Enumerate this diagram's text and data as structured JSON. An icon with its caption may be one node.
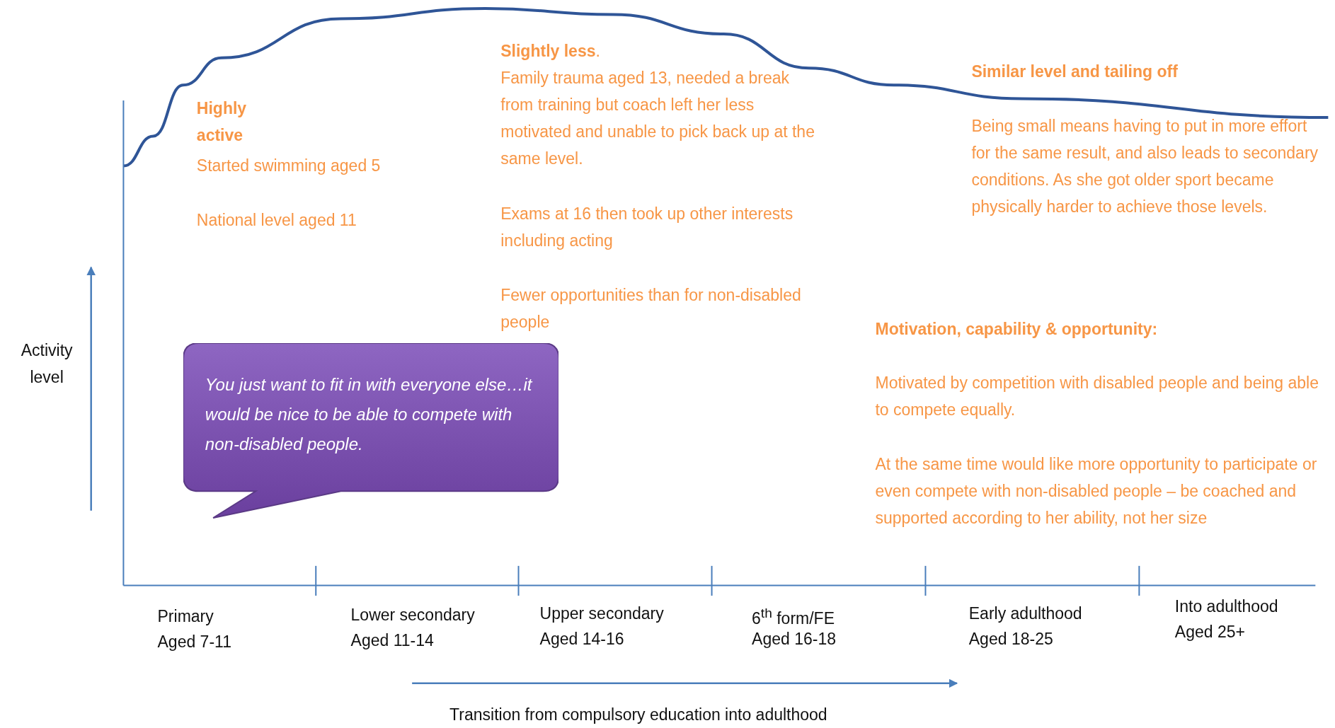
{
  "diagram": {
    "nodes": [
      {
        "text": [
          "You just want to fit in with everyone else…it would be nice to be able to compete with non-disabled people."
        ]
      }
    ],
    "labels": [
      "**Slightly less**.",
      "Family trauma aged 13, needed a break from training but coach left her less motivated and unable to pick back up at the same level.",
      "Similar level and tailing off",
      "Highly active",
      "Being small means having to put in more effort for the same result, and also leads to secondary conditions. As she got older sport became physically harder to achieve those levels.",
      "Started swimming aged 5",
      "Exams at 16 then took up other interests including acting",
      "National level aged 11",
      "Fewer opportunities than for non-disabled people",
      "Activity level",
      "Motivation, capability & opportunity:",
      "Motivated by competition with disabled people and being able to compete equally.",
      "At the same time would like more opportunity to participate or even compete with non-disabled people – be coached and supported according to her ability, not her size",
      "Primary",
      "Aged 7-11",
      "Lower secondary",
      "Aged 11-14",
      "Upper secondary",
      "Aged 14-16",
      "6$^{th}$ form/FE",
      "Aged 16-18",
      "Early adulthood",
      "Aged 18-25",
      "Into adulthood",
      "Aged 25+",
      "Transition from compulsory education into adulthood"
    ]
  }
}
